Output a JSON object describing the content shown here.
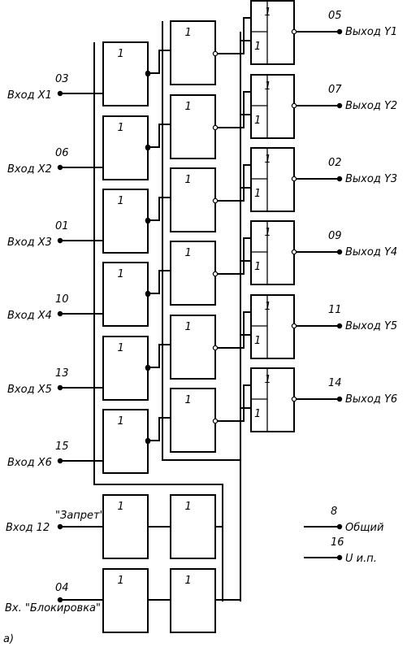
{
  "gate_symbol": "1",
  "inputs": [
    {
      "pin": "03",
      "label": "Вход X1"
    },
    {
      "pin": "06",
      "label": "Вход X2"
    },
    {
      "pin": "01",
      "label": "Вход X3"
    },
    {
      "pin": "10",
      "label": "Вход X4"
    },
    {
      "pin": "13",
      "label": "Вход X5"
    },
    {
      "pin": "15",
      "label": "Вход X6"
    }
  ],
  "outputs": [
    {
      "pin": "05",
      "label": "Выход Y1"
    },
    {
      "pin": "07",
      "label": "Выход Y2"
    },
    {
      "pin": "02",
      "label": "Выход Y3"
    },
    {
      "pin": "09",
      "label": "Выход Y4"
    },
    {
      "pin": "11",
      "label": "Выход Y5"
    },
    {
      "pin": "14",
      "label": "Выход Y6"
    }
  ],
  "inhibit": {
    "pin": "12",
    "label": "Вход  12",
    "name": "\"Запрет\""
  },
  "block": {
    "pin": "04",
    "label": "Вх. \"Блокировка\""
  },
  "common": {
    "pin": "8",
    "label": "Общий"
  },
  "supply": {
    "pin": "16",
    "label": "U и.п."
  },
  "caption": "а)"
}
